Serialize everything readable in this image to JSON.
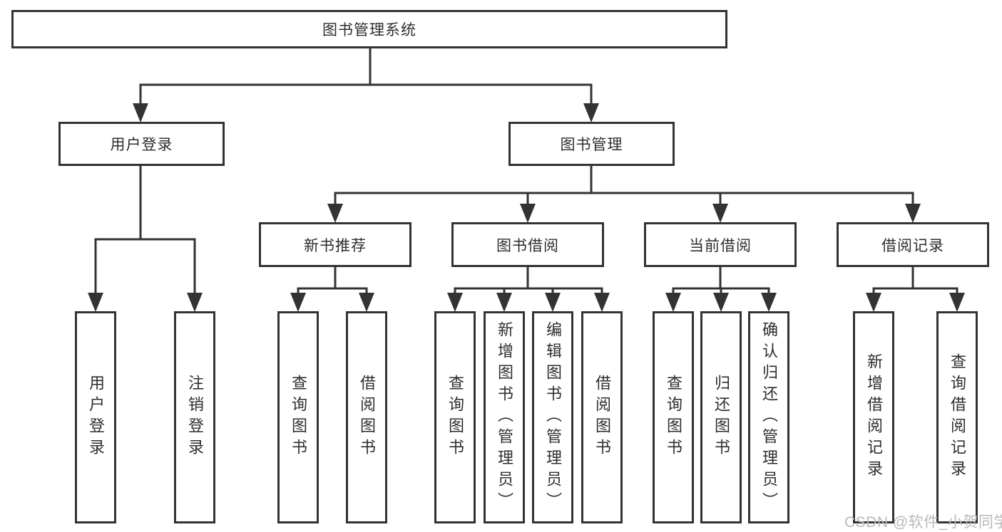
{
  "diagram": {
    "root": {
      "label": "图书管理系统"
    },
    "level2": [
      {
        "label": "用户登录"
      },
      {
        "label": "图书管理"
      }
    ],
    "level3": [
      {
        "label": "新书推荐"
      },
      {
        "label": "图书借阅"
      },
      {
        "label": "当前借阅"
      },
      {
        "label": "借阅记录"
      }
    ],
    "leaves": [
      {
        "parent": "用户登录",
        "label": "用户登录"
      },
      {
        "parent": "用户登录",
        "label": "注销登录"
      },
      {
        "parent": "新书推荐",
        "label": "查询图书"
      },
      {
        "parent": "新书推荐",
        "label": "借阅图书"
      },
      {
        "parent": "图书借阅",
        "label": "查询图书"
      },
      {
        "parent": "图书借阅",
        "label": "新增图书（管理员）"
      },
      {
        "parent": "图书借阅",
        "label": "编辑图书（管理员）"
      },
      {
        "parent": "图书借阅",
        "label": "借阅图书"
      },
      {
        "parent": "当前借阅",
        "label": "查询图书"
      },
      {
        "parent": "当前借阅",
        "label": "归还图书"
      },
      {
        "parent": "当前借阅",
        "label": "确认归还（管理员）"
      },
      {
        "parent": "借阅记录",
        "label": "新增借阅记录"
      },
      {
        "parent": "借阅记录",
        "label": "查询借阅记录"
      }
    ],
    "line_color": "#333333",
    "watermark": "CSDN @软件_小贺同学"
  }
}
